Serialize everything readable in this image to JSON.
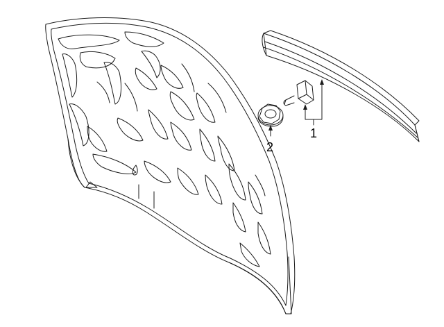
{
  "diagram": {
    "callouts": [
      {
        "id": "1",
        "text": "1"
      },
      {
        "id": "2",
        "text": "2"
      }
    ],
    "colors": {
      "line": "#1a1a1a",
      "fill": "#ffffff",
      "background": "#ffffff"
    },
    "parts": [
      {
        "callout": "1",
        "icon": "molding-strip-with-clip"
      },
      {
        "callout": "2",
        "icon": "flange-nut"
      },
      {
        "callout": "",
        "icon": "hood-panel-inner"
      }
    ]
  }
}
